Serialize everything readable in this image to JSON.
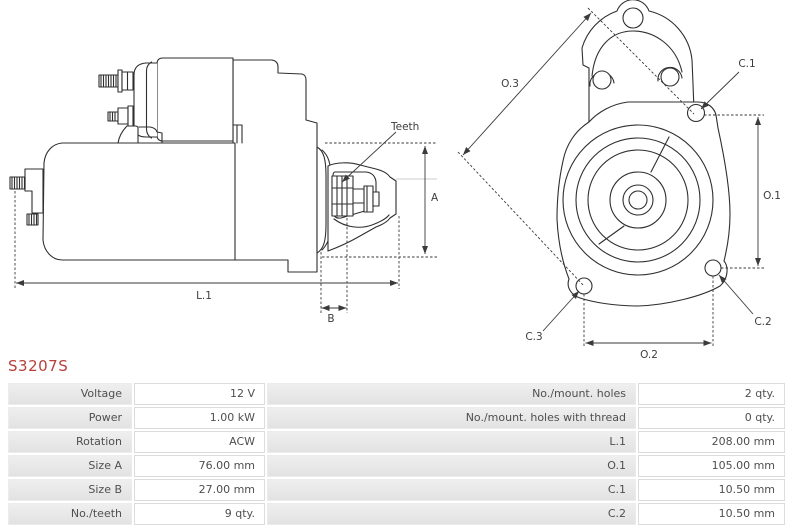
{
  "part_number": "S3207S",
  "colors": {
    "part_number_red": "#b7403b",
    "drawing_line": "#2f2f2f",
    "dimension_line": "#3a3a3a",
    "table_label_bg": "#e7e7e7",
    "table_border": "#dcdcdc",
    "table_text": "#4f4f4f"
  },
  "diagram": {
    "side_view": {
      "teeth_label": "Teeth",
      "dim_a": "A",
      "dim_b": "B",
      "dim_l1": "L.1"
    },
    "front_view": {
      "dim_o3": "O.3",
      "dim_c1": "C.1",
      "dim_o1": "O.1",
      "dim_c2": "C.2",
      "dim_c3": "C.3",
      "dim_o2": "O.2"
    }
  },
  "spec_table": {
    "rows": [
      {
        "label1": "Voltage",
        "value1": "12 V",
        "label2": "No./mount. holes",
        "value2": "2 qty."
      },
      {
        "label1": "Power",
        "value1": "1.00 kW",
        "label2": "No./mount. holes with thread",
        "value2": "0 qty."
      },
      {
        "label1": "Rotation",
        "value1": "ACW",
        "label2": "L.1",
        "value2": "208.00 mm"
      },
      {
        "label1": "Size A",
        "value1": "76.00 mm",
        "label2": "O.1",
        "value2": "105.00 mm"
      },
      {
        "label1": "Size B",
        "value1": "27.00 mm",
        "label2": "C.1",
        "value2": "10.50 mm"
      },
      {
        "label1": "No./teeth",
        "value1": "9 qty.",
        "label2": "C.2",
        "value2": "10.50 mm"
      }
    ]
  }
}
